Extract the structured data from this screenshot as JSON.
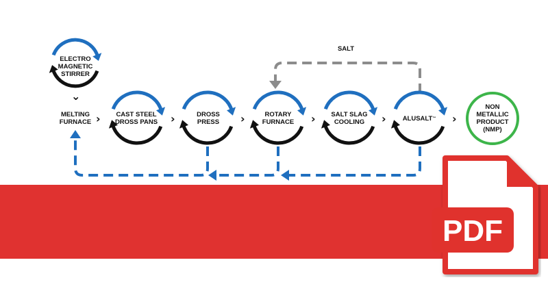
{
  "colors": {
    "blue": "#1f6fbf",
    "black": "#111111",
    "gray": "#8c8c8c",
    "green": "#3db54a",
    "red_band": "#e03230",
    "pdf_red": "#e0322d",
    "pdf_page": "#ffffff"
  },
  "nodes": {
    "stirrer": "ELECTRO\nMAGNETIC\nSTIRRER",
    "melting": "MELTING\nFURNACE",
    "dross_pans": "CAST STEEL\nDROSS PANS",
    "dross_press": "DROSS\nPRESS",
    "rotary": "ROTARY\nFURNACE",
    "salt_slag": "SALT SLAG\nCOOLING",
    "alusalt": "ALUSALT",
    "alusalt_mark": "™",
    "nmp": "NON\nMETALLIC\nPRODUCT\n(NMP)"
  },
  "salt_label": "SALT",
  "chevron": "›",
  "down_chevron": "⌄",
  "pdf_label": "PDF",
  "icons": [
    "cycle-arrow-icon",
    "chevron-right-icon",
    "pdf-file-icon"
  ]
}
